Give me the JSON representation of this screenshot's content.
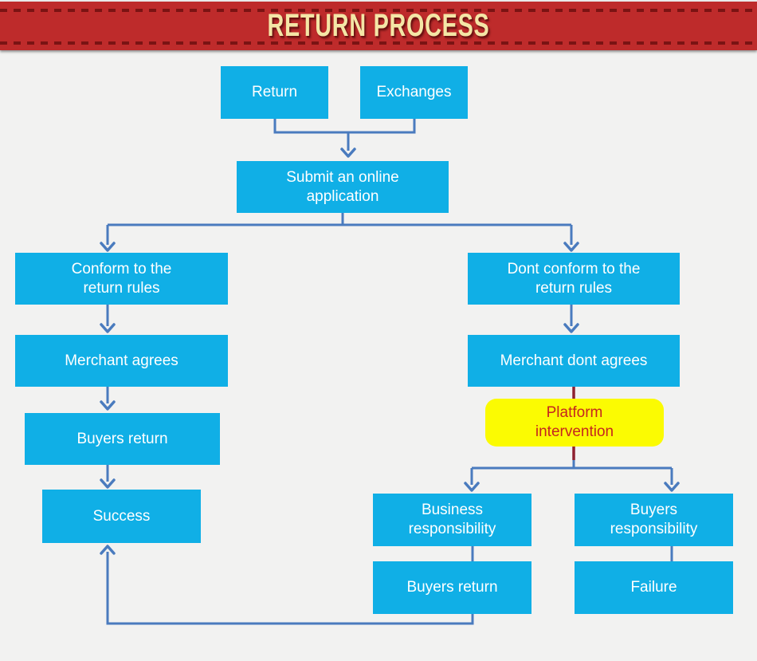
{
  "banner": {
    "title": "RETURN PROCESS"
  },
  "colors": {
    "banner_bg": "#BE2B2B",
    "banner_stitch": "#7A1313",
    "banner_title": "#F4E6A6",
    "page_bg": "#F2F2F1",
    "node_bg": "#10AFE6",
    "node_text": "#FFFFFF",
    "connector_blue": "#4A7BBE",
    "connector_maroon": "#8E2130",
    "highlight_bg": "#FBFB02",
    "highlight_text": "#C5261F"
  },
  "nodes": {
    "return": {
      "label": "Return"
    },
    "exchanges": {
      "label": "Exchanges"
    },
    "submit": {
      "label": "Submit an online\napplication"
    },
    "conform": {
      "label": "Conform to the\nreturn rules"
    },
    "dont_conform": {
      "label": "Dont conform to the\nreturn rules"
    },
    "merchant_agrees": {
      "label": "Merchant agrees"
    },
    "merchant_dont_agrees": {
      "label": "Merchant dont agrees"
    },
    "platform": {
      "label": "Platform\nintervention"
    },
    "buyers_return_left": {
      "label": "Buyers return"
    },
    "success": {
      "label": "Success"
    },
    "business_resp": {
      "label": "Business\nresponsibility"
    },
    "buyers_resp": {
      "label": "Buyers\nresponsibility"
    },
    "buyers_return_right": {
      "label": "Buyers return"
    },
    "failure": {
      "label": "Failure"
    }
  }
}
